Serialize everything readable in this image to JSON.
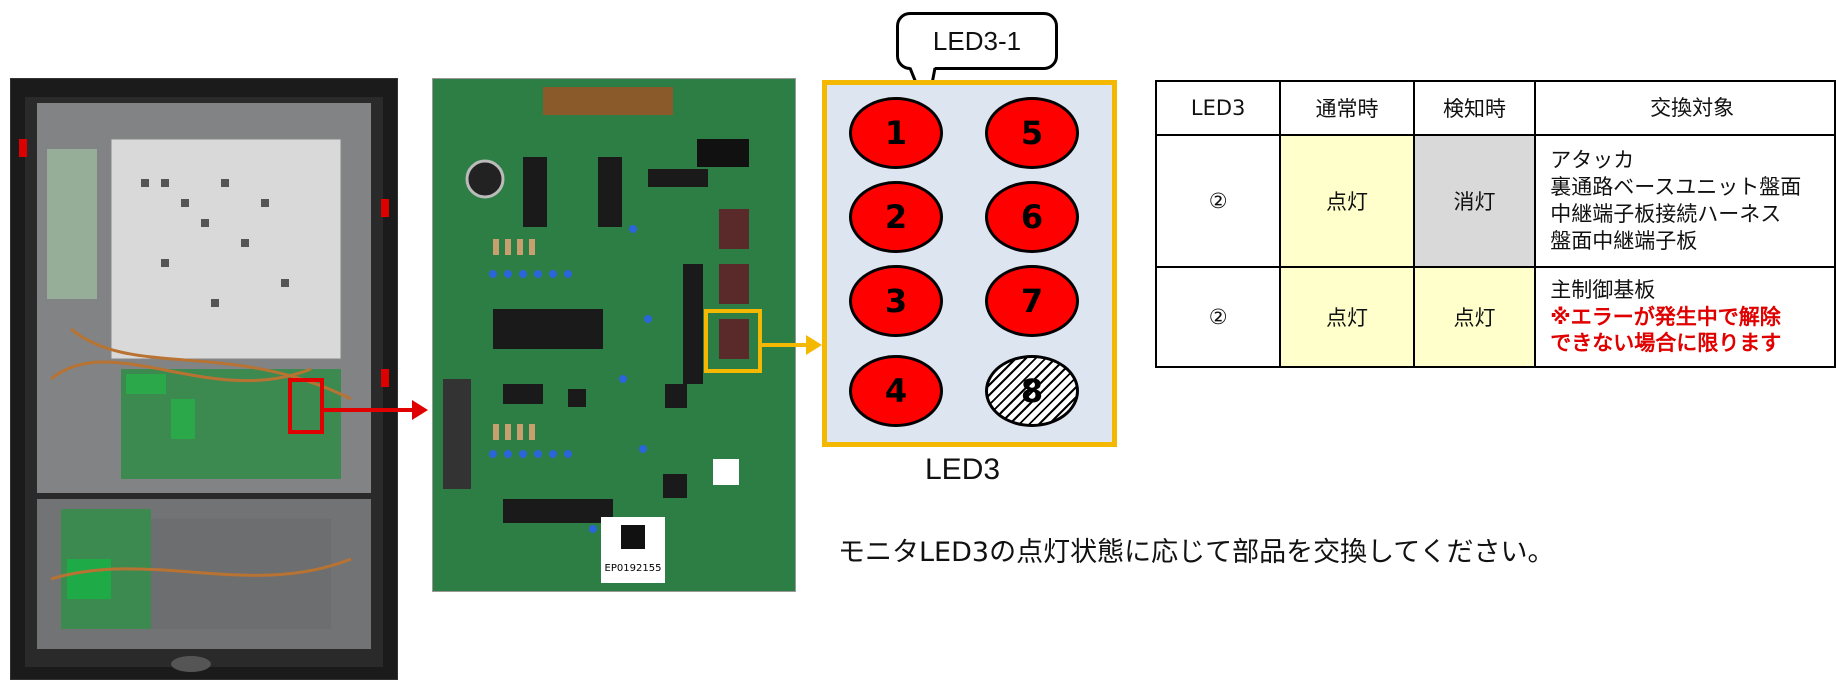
{
  "callout": {
    "label": "LED3-1"
  },
  "led_panel": {
    "caption": "LED3",
    "leds": [
      {
        "label": "1",
        "state": "on"
      },
      {
        "label": "2",
        "state": "on"
      },
      {
        "label": "3",
        "state": "on"
      },
      {
        "label": "4",
        "state": "on"
      },
      {
        "label": "5",
        "state": "on"
      },
      {
        "label": "6",
        "state": "on"
      },
      {
        "label": "7",
        "state": "on"
      },
      {
        "label": "8",
        "state": "off"
      }
    ]
  },
  "board_photo": {
    "barcode_text": "EP0192155"
  },
  "instruction": "モニタLED3の点灯状態に応じて部品を交換してください。",
  "table": {
    "headers": [
      "LED3",
      "通常時",
      "検知時",
      "交換対象"
    ],
    "rows": [
      {
        "led": "②",
        "normal": "点灯",
        "detect": "消灯",
        "targets": [
          "アタッカ",
          "裏通路ベースユニット盤面",
          "中継端子板接続ハーネス",
          "盤面中継端子板"
        ],
        "warning": ""
      },
      {
        "led": "②",
        "normal": "点灯",
        "detect": "点灯",
        "targets": [
          "主制御基板"
        ],
        "warning_lines": [
          "※エラーが発生中で解除",
          "できない場合に限ります"
        ]
      }
    ]
  },
  "colors": {
    "led_on": "#ff0000",
    "panel_border": "#f5b800",
    "panel_bg": "#dde5f0",
    "marker_red": "#e00000",
    "cell_yellow": "#ffffcc",
    "cell_gray": "#d9d9d9",
    "warning_text": "#e00000"
  }
}
